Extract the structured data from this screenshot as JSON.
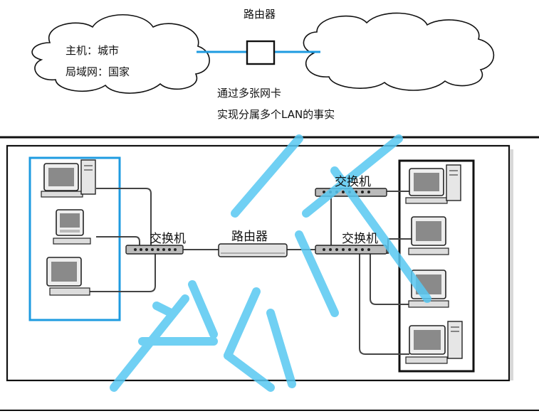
{
  "top": {
    "router_label": "路由器",
    "cloud_left_line1": "主机：城市",
    "cloud_left_line2": "局域网：国家",
    "caption_line1": "通过多张网卡",
    "caption_line2": "实现分属多个LAN的事实"
  },
  "bottom": {
    "switch_left_label": "交换机",
    "router_label": "路由器",
    "switch_right_top_label": "交换机",
    "switch_right_label": "交换机"
  },
  "colors": {
    "accent_blue": "#1e9be0",
    "watermark": "#58c8f2",
    "frame": "#111111"
  }
}
